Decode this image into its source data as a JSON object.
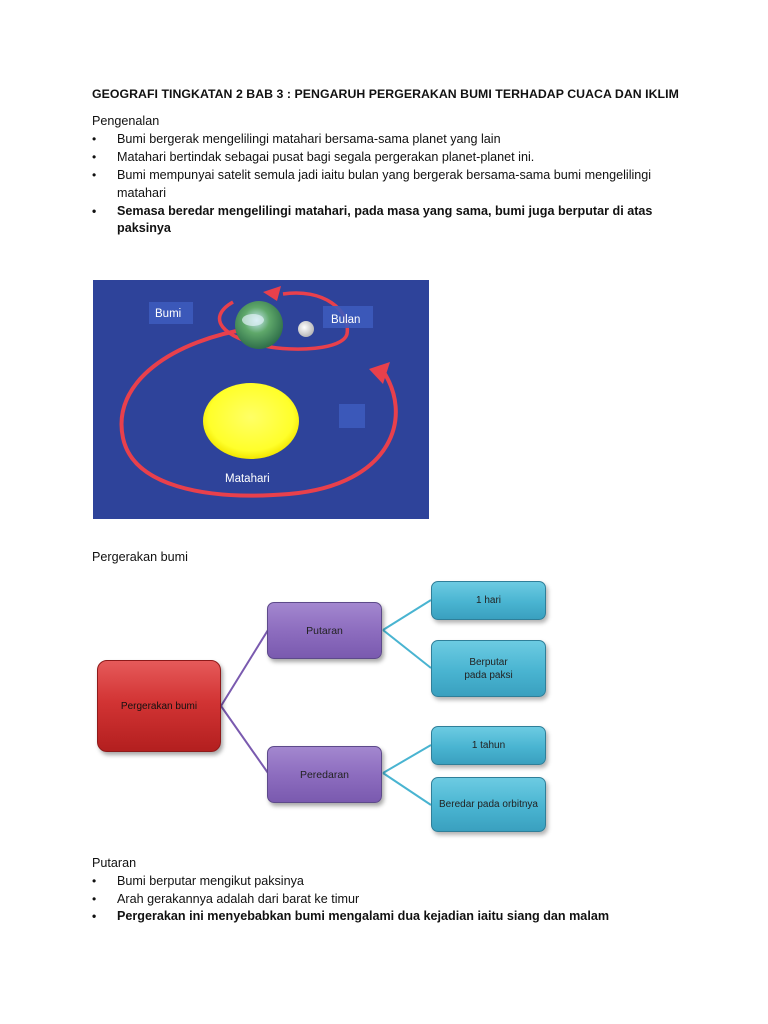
{
  "title": "GEOGRAFI TINGKATAN 2 BAB 3 : PENGARUH PERGERAKAN BUMI TERHADAP CUACA DAN IKLIM",
  "intro": {
    "heading": "Pengenalan",
    "bullets": [
      "Bumi bergerak mengelilingi matahari bersama-sama planet yang lain",
      "Matahari bertindak sebagai pusat bagi segala pergerakan planet-planet ini.",
      "Bumi mempunyai satelit semula jadi iaitu bulan yang bergerak bersama-sama bumi mengelilingi matahari",
      "Semasa beredar mengelilingi matahari, pada masa yang sama, bumi juga berputar di atas paksinya"
    ]
  },
  "figure": {
    "label_bumi": "Bumi",
    "label_bulan": "Bulan",
    "label_matahari": "Matahari",
    "colors": {
      "background": "#2c3f96",
      "orbit": "#e8404c",
      "sun": "#ffff33"
    }
  },
  "movement": {
    "heading": "Pergerakan bumi",
    "root": "Pergerakan bumi",
    "putaran": "Putaran",
    "putaran_1": "1 hari",
    "putaran_2_line1": "Berputar",
    "putaran_2_line2": "pada paksi",
    "peredaran": "Peredaran",
    "peredaran_1": "1 tahun",
    "peredaran_2": "Beredar pada orbitnya"
  },
  "putaran_section": {
    "heading": "Putaran",
    "bullets": [
      "Bumi berputar mengikut paksinya",
      "Arah gerakannya adalah dari barat ke timur",
      "Pergerakan ini menyebabkan bumi mengalami dua kejadian iaitu siang dan malam"
    ]
  }
}
